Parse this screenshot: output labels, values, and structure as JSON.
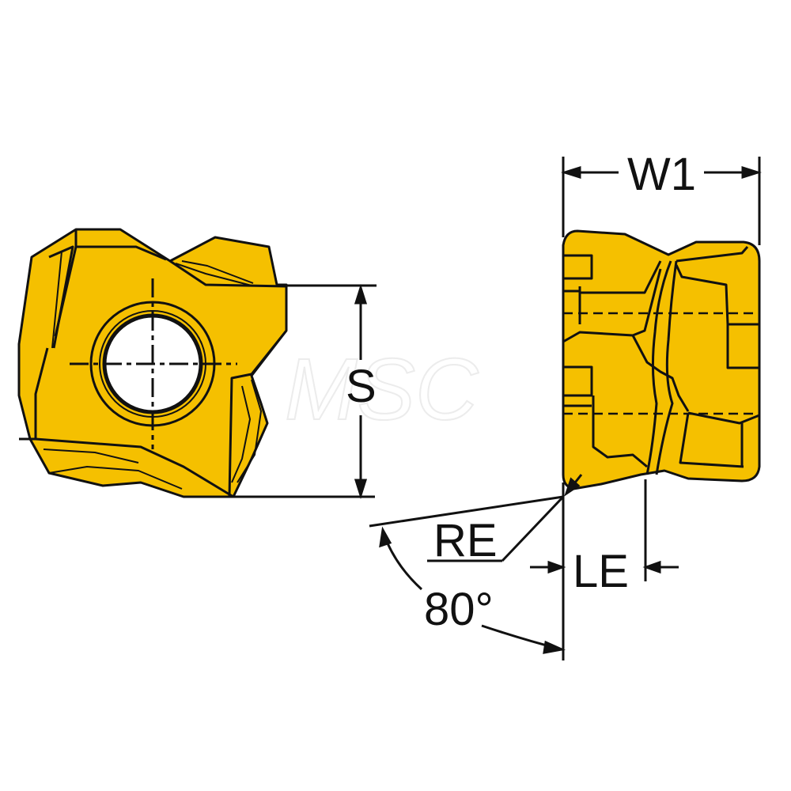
{
  "drawing": {
    "type": "cutting insert technical drawing",
    "views": [
      "front view",
      "side view"
    ],
    "colors": {
      "insert_fill": "#F5C000",
      "outline": "#111111",
      "background": "#FFFFFF"
    }
  },
  "dimensions": {
    "s_label": "S",
    "w1_label": "W1",
    "re_label": "RE",
    "le_label": "LE",
    "angle_label": "80°"
  },
  "watermark": {
    "text": "MSC"
  }
}
